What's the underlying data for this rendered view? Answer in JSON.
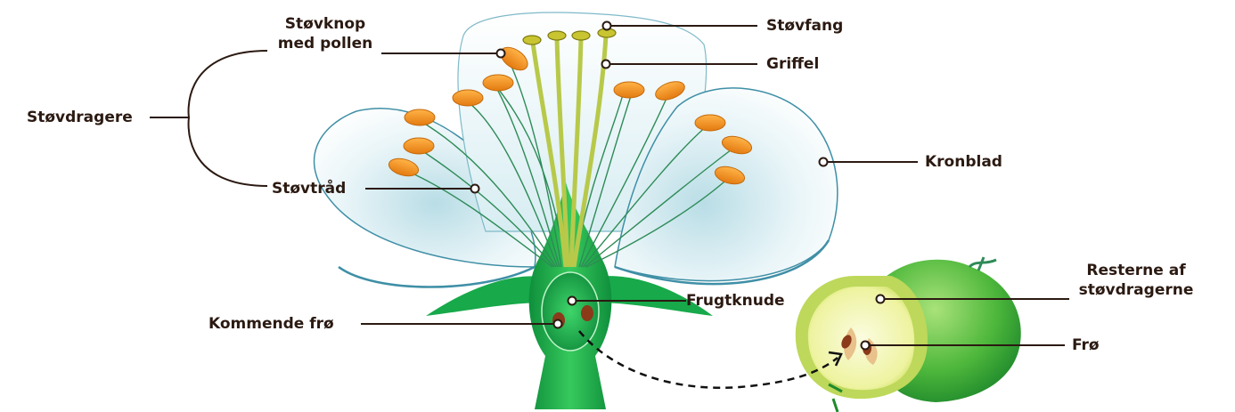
{
  "labels": {
    "stovknop_line1": "Støvknop",
    "stovknop_line2": "med pollen",
    "stovdragere": "Støvdragere",
    "stovtrad": "Støvtråd",
    "kommende_fro": "Kommende frø",
    "stovfang": "Støvfang",
    "griffel": "Griffel",
    "kronblad": "Kronblad",
    "frugtknude": "Frugtknude",
    "resterne_line1": "Resterne af",
    "resterne_line2": "støvdragerne",
    "fro": "Frø"
  },
  "colors": {
    "label_text": "#2b1a12",
    "leader_line": "#2b1a12",
    "petal_edge": "#3f8fa6",
    "anther": "#f08a1c",
    "filament": "#2e8b57",
    "stem_green": "#1faa48",
    "apple_green": "#5cc24a",
    "apple_flesh": "#f6f7c0",
    "seed": "#8b3a1a"
  },
  "icons": {
    "flower": "apple-blossom-cross-section",
    "fruit": "halved-green-apple"
  }
}
